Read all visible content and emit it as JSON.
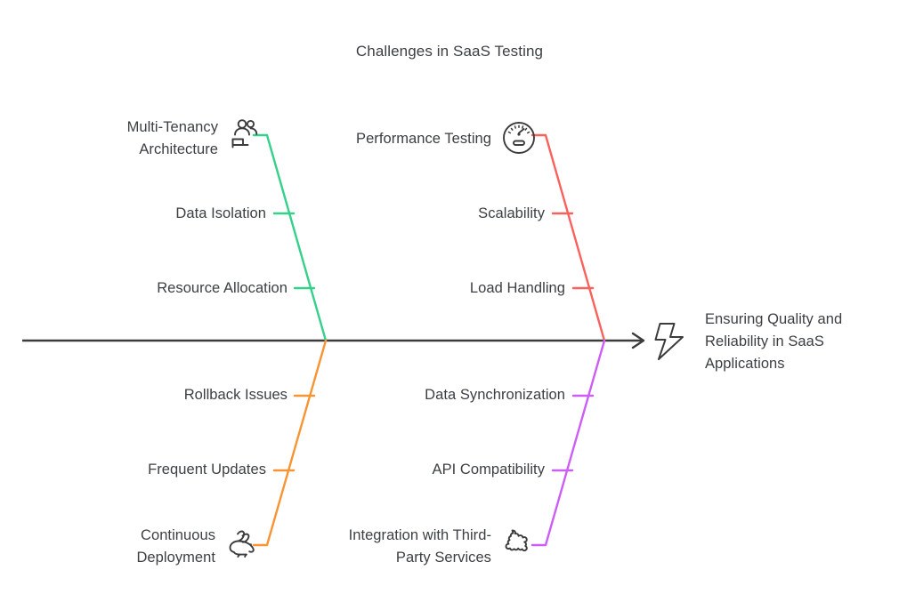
{
  "title": "Challenges in SaaS Testing",
  "diagram": {
    "type": "fishbone",
    "spine": {
      "color": "#3c3c3c",
      "arrow_direction": "right"
    },
    "head": {
      "icon": "lightning-bolt-icon",
      "label": "Ensuring Quality and\nReliability in SaaS\nApplications",
      "color": "#3c4043"
    },
    "branches": [
      {
        "id": "multi-tenancy",
        "position": "top-left",
        "color": "#35d08a",
        "icon": "users-icon",
        "head_label": "Multi-Tenancy\nArchitecture",
        "causes": [
          {
            "label": "Data Isolation"
          },
          {
            "label": "Resource Allocation"
          }
        ]
      },
      {
        "id": "performance-testing",
        "position": "top-right",
        "color": "#f9615c",
        "icon": "gauge-icon",
        "head_label": "Performance Testing",
        "causes": [
          {
            "label": "Scalability"
          },
          {
            "label": "Load Handling"
          }
        ]
      },
      {
        "id": "continuous-deployment",
        "position": "bottom-left",
        "color": "#f79433",
        "icon": "rabbit-icon",
        "head_label": "Continuous\nDeployment",
        "causes": [
          {
            "label": "Rollback Issues"
          },
          {
            "label": "Frequent Updates"
          }
        ]
      },
      {
        "id": "third-party-integration",
        "position": "bottom-right",
        "color": "#cc5ef5",
        "icon": "puzzle-piece-icon",
        "head_label": "Integration with Third-\nParty Services",
        "causes": [
          {
            "label": "Data Synchronization"
          },
          {
            "label": "API Compatibility"
          }
        ]
      }
    ]
  },
  "colors": {
    "background": "#ffffff",
    "text": "#3c4043",
    "spine": "#3c3c3c",
    "green": "#35d08a",
    "red": "#f9615c",
    "orange": "#f79433",
    "purple": "#cc5ef5"
  }
}
